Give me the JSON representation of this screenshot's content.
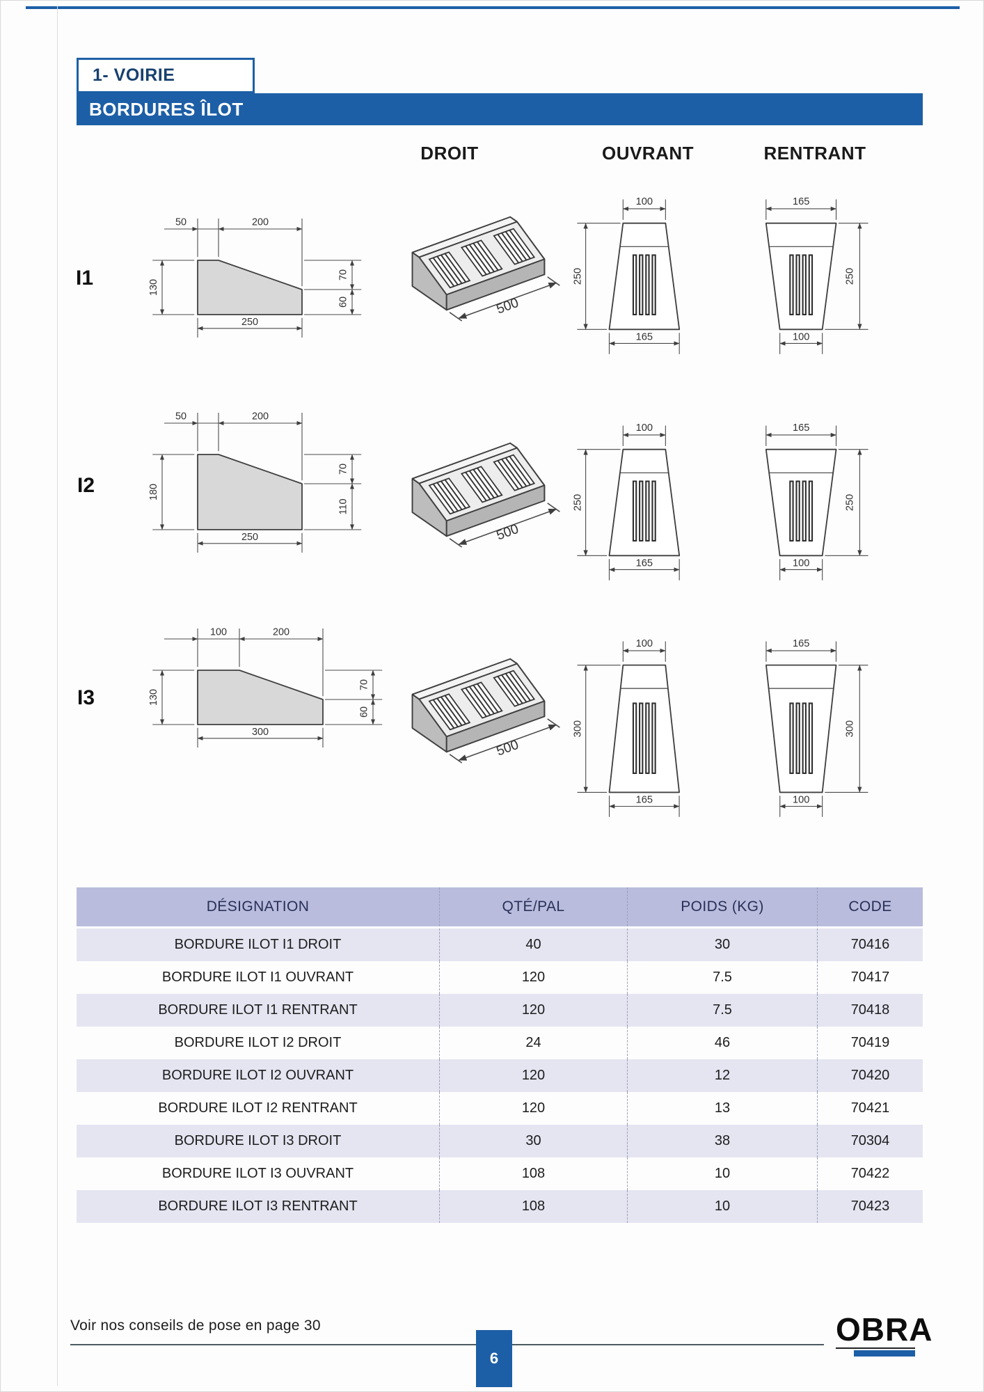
{
  "page": {
    "tab_title": "1- VOIRIE",
    "banner_title": "BORDURES ÎLOT",
    "view_headers": {
      "droit": "DROIT",
      "ouvrant": "OUVRANT",
      "rentrant": "RENTRANT"
    },
    "footer": {
      "note": "Voir nos conseils de pose en page 30",
      "page_number": "6",
      "logo": "OBRA"
    }
  },
  "colors": {
    "accent_blue": "#1d5fa6",
    "table_header_bg": "#b9bcdc",
    "table_row_alt": "#e4e5f1"
  },
  "drawings": {
    "rows": [
      {
        "label": "I1",
        "section": {
          "top1": "50",
          "top2": "200",
          "left": "130",
          "right_top": "70",
          "right_bottom": "60",
          "bottom": "250"
        },
        "droit": {
          "length": "500"
        },
        "ouvrant": {
          "top": "100",
          "side": "250",
          "bottom": "165"
        },
        "rentrant": {
          "top": "165",
          "side": "250",
          "bottom": "100"
        }
      },
      {
        "label": "I2",
        "section": {
          "top1": "50",
          "top2": "200",
          "left": "180",
          "right_top": "70",
          "right_bottom": "110",
          "bottom": "250"
        },
        "droit": {
          "length": "500"
        },
        "ouvrant": {
          "top": "100",
          "side": "250",
          "bottom": "165"
        },
        "rentrant": {
          "top": "165",
          "side": "250",
          "bottom": "100"
        }
      },
      {
        "label": "I3",
        "section": {
          "top1": "100",
          "top2": "200",
          "left": "130",
          "right_top": "70",
          "right_bottom": "60",
          "bottom": "300"
        },
        "droit": {
          "length": "500"
        },
        "ouvrant": {
          "top": "100",
          "side": "300",
          "bottom": "165"
        },
        "rentrant": {
          "top": "165",
          "side": "300",
          "bottom": "100"
        }
      }
    ]
  },
  "table": {
    "headers": [
      "DÉSIGNATION",
      "QTÉ/PAL",
      "POIDS (KG)",
      "CODE"
    ],
    "rows": [
      [
        "BORDURE ILOT I1 DROIT",
        "40",
        "30",
        "70416"
      ],
      [
        "BORDURE ILOT I1 OUVRANT",
        "120",
        "7.5",
        "70417"
      ],
      [
        "BORDURE ILOT I1 RENTRANT",
        "120",
        "7.5",
        "70418"
      ],
      [
        "BORDURE ILOT I2 DROIT",
        "24",
        "46",
        "70419"
      ],
      [
        "BORDURE ILOT I2 OUVRANT",
        "120",
        "12",
        "70420"
      ],
      [
        "BORDURE ILOT I2 RENTRANT",
        "120",
        "13",
        "70421"
      ],
      [
        "BORDURE ILOT I3 DROIT",
        "30",
        "38",
        "70304"
      ],
      [
        "BORDURE ILOT I3 OUVRANT",
        "108",
        "10",
        "70422"
      ],
      [
        "BORDURE ILOT I3 RENTRANT",
        "108",
        "10",
        "70423"
      ]
    ]
  }
}
